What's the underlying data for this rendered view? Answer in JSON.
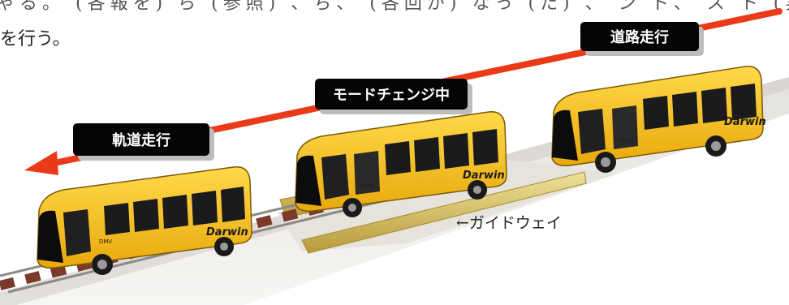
{
  "header": {
    "text_line_1": "ゃる。 (各報を) ら (参照) 、ち、 (各回が) なっ (た) 、 ン ド、 ス ト (実験を) 実",
    "text_line_2": "を行う。"
  },
  "modes": {
    "road": "道路走行",
    "change": "モードチェンジ中",
    "rail": "軌道走行"
  },
  "guideway_label": "←ガイドウェイ",
  "vehicle": {
    "brand_text": "Darwin",
    "badge_text": "DMV"
  },
  "colors": {
    "arrow": "#ea3a1a",
    "bus_body": "#f6c21b",
    "bus_front": "#0c0c0c",
    "label_bg": "#050505",
    "label_text": "#ffffff",
    "track_sleeper": "#7a3a2c",
    "road": "#d4d2ce",
    "guideway": "#d8c46a"
  }
}
